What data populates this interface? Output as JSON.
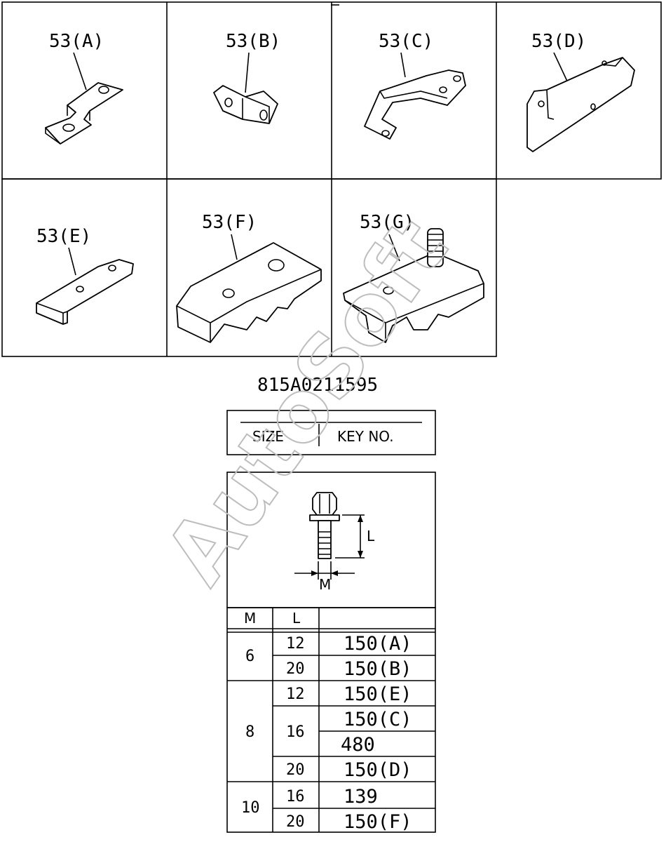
{
  "parts": [
    {
      "label": "53(A)"
    },
    {
      "label": "53(B)"
    },
    {
      "label": "53(C)"
    },
    {
      "label": "53(D)"
    },
    {
      "label": "53(E)"
    },
    {
      "label": "53(F)"
    },
    {
      "label": "53(G)"
    }
  ],
  "drawing_code": "815A0211595",
  "size_header": {
    "size": "SIZE",
    "key_no": "KEY NO."
  },
  "bolt_dims": {
    "length": "L",
    "diameter": "M"
  },
  "table": {
    "headers": [
      "M",
      "L",
      ""
    ],
    "groups": [
      {
        "m": "6",
        "rows": [
          {
            "l": "12",
            "keys": [
              "150(A)"
            ]
          },
          {
            "l": "20",
            "keys": [
              "150(B)"
            ]
          }
        ]
      },
      {
        "m": "8",
        "rows": [
          {
            "l": "12",
            "keys": [
              "150(E)"
            ]
          },
          {
            "l": "16",
            "keys": [
              "150(C)",
              "480"
            ]
          },
          {
            "l": "20",
            "keys": [
              "150(D)"
            ]
          }
        ]
      },
      {
        "m": "10",
        "rows": [
          {
            "l": "16",
            "keys": [
              "139"
            ]
          },
          {
            "l": "20",
            "keys": [
              "150(F)"
            ]
          }
        ]
      }
    ]
  },
  "watermark": "AutoSoft"
}
